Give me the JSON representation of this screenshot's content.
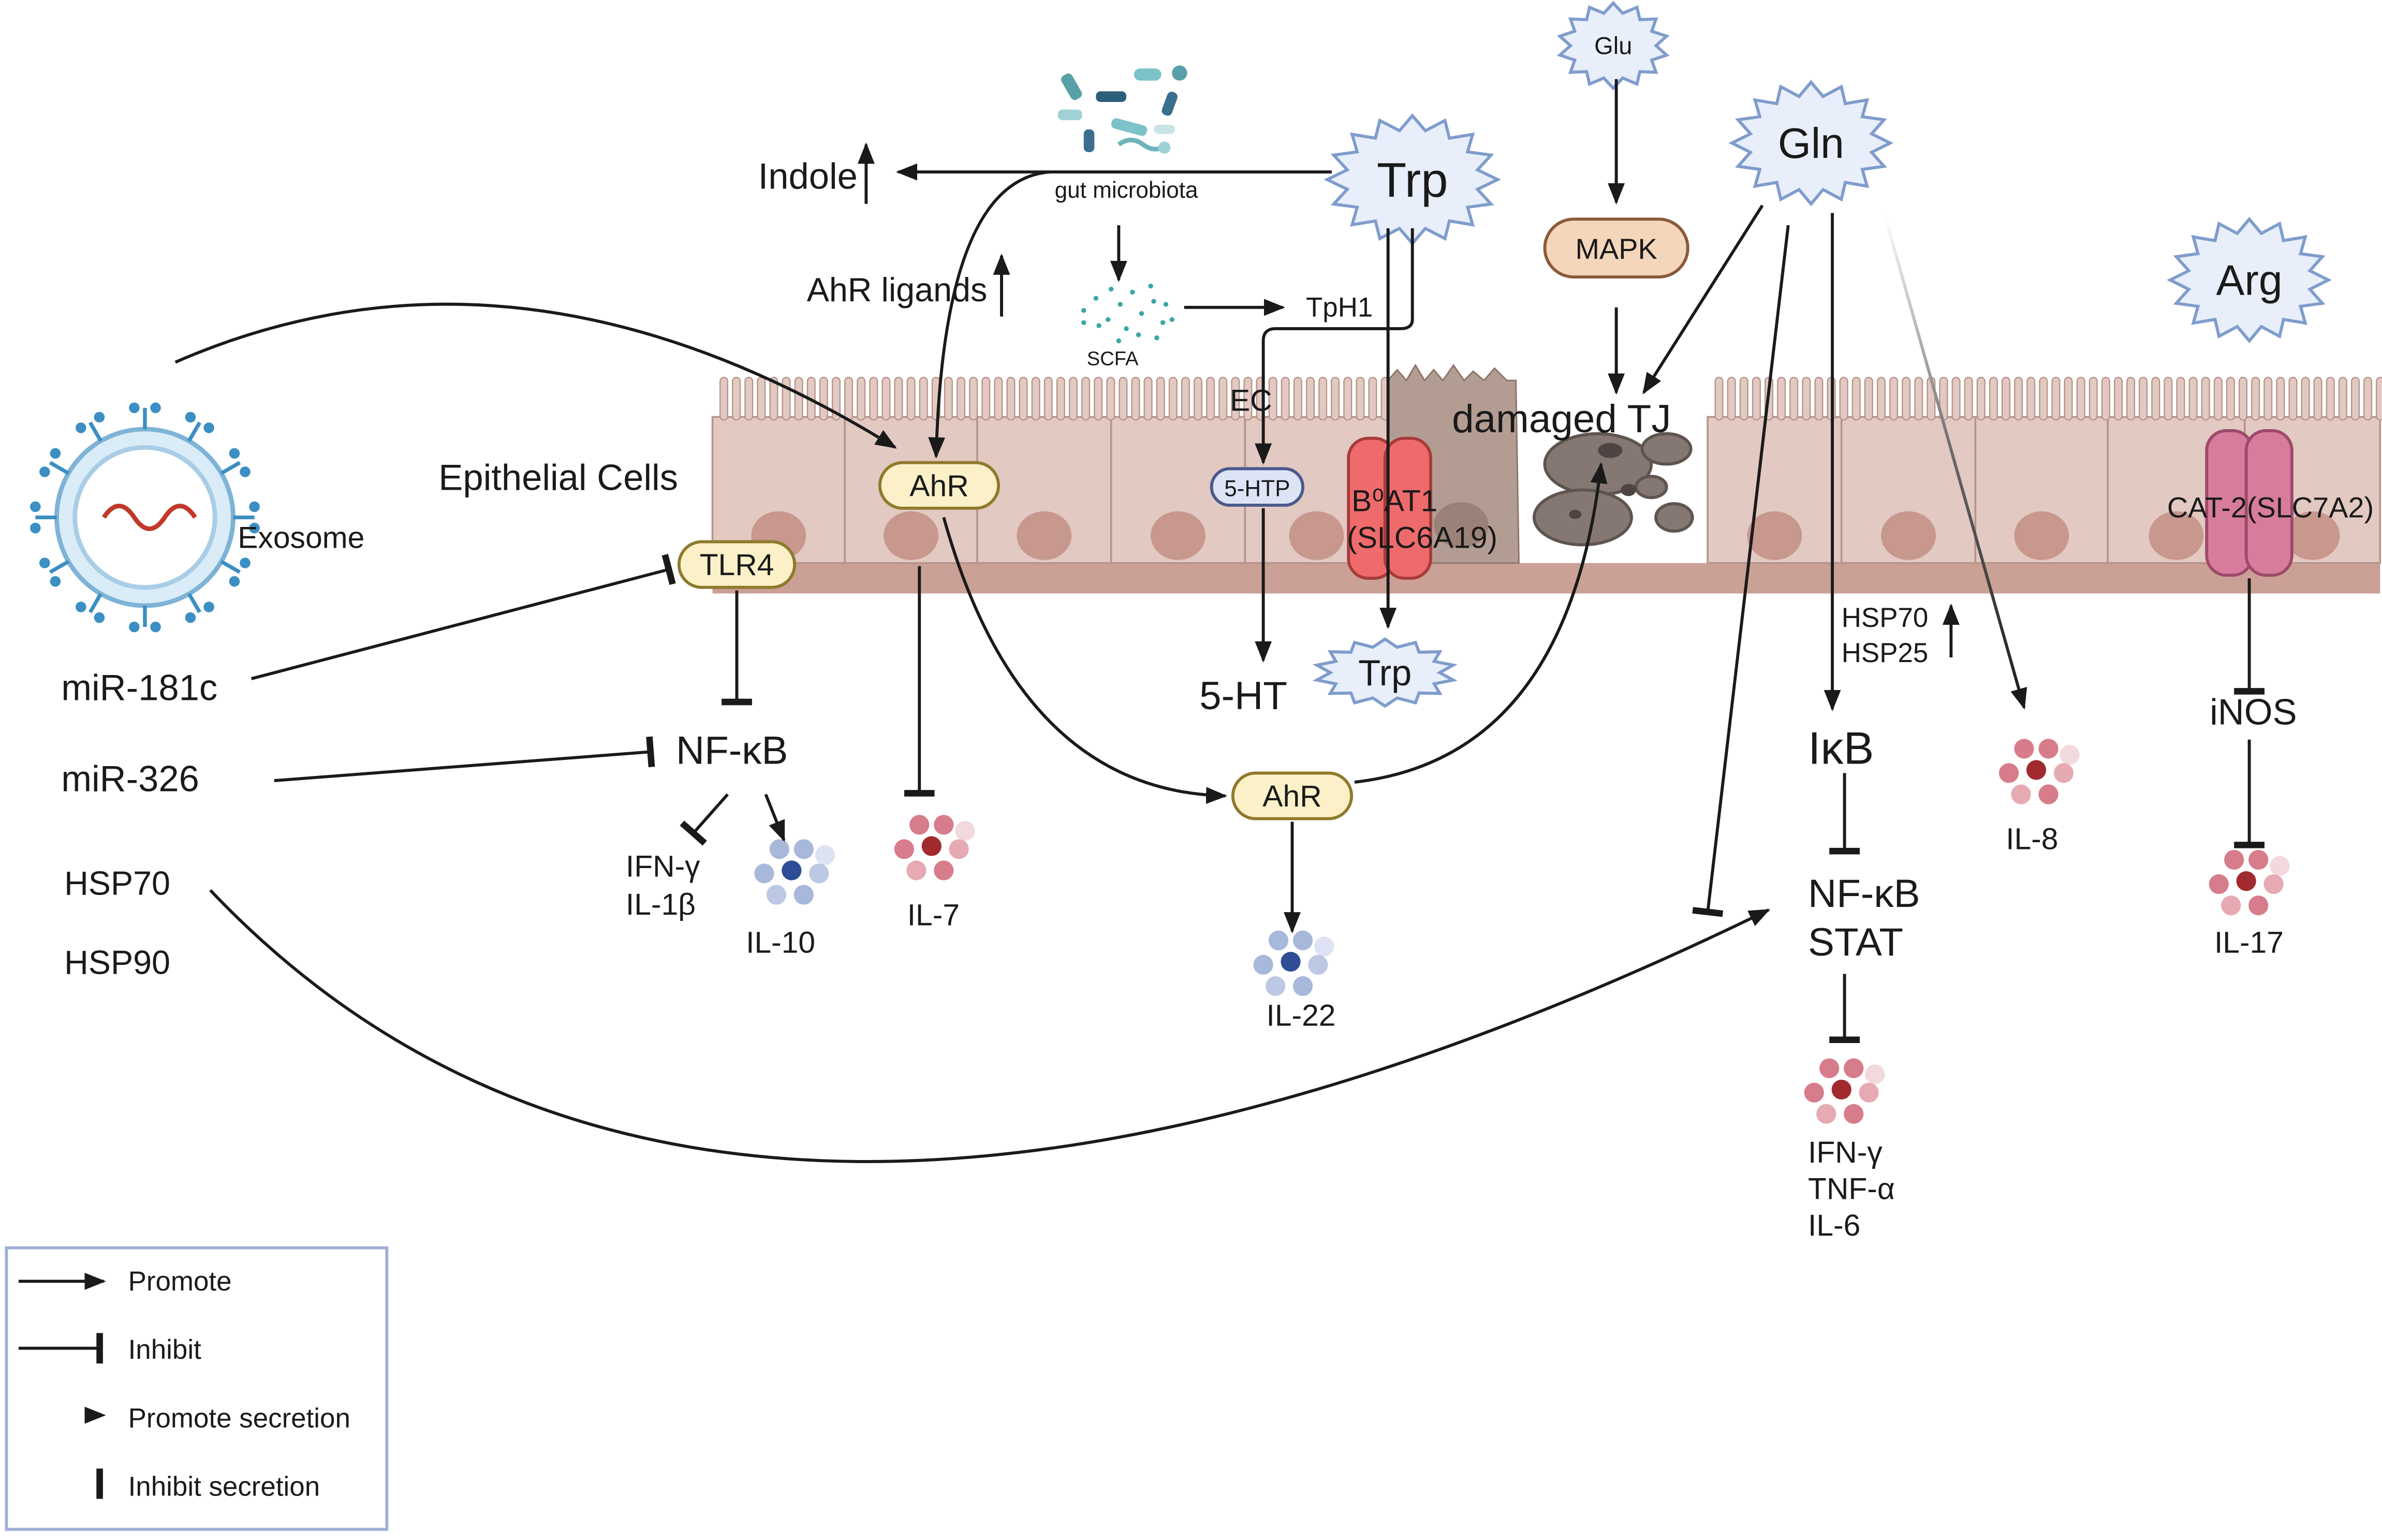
{
  "labels": {
    "indole": "Indole",
    "gut_microbiota": "gut microbiota",
    "ahr_ligands": "AhR ligands",
    "scfa": "SCFA",
    "tph1": "TpH1",
    "ec": "EC",
    "trp_top": "Trp",
    "trp_bottom": "Trp",
    "glu": "Glu",
    "gln": "Gln",
    "arg": "Arg",
    "mapk": "MAPK",
    "damaged_tj": "damaged TJ",
    "epithelial_cells": "Epithelial Cells",
    "exosome": "Exosome",
    "ahr_cell": "AhR",
    "ahr_lower": "AhR",
    "tlr4": "TLR4",
    "five_htp": "5-HTP",
    "five_ht": "5-HT",
    "b0at1_line1": "B⁰AT1",
    "b0at1_line2": "(SLC6A19)",
    "cat2": "CAT-2(SLC7A2)",
    "mir181c": "miR-181c",
    "mir326": "miR-326",
    "hsp70_left": "HSP70",
    "hsp90_left": "HSP90",
    "nfkb_left": "NF-κB",
    "ifng_left": "IFN-γ",
    "il1b_left": "IL-1β",
    "il10": "IL-10",
    "il7": "IL-7",
    "il22": "IL-22",
    "hsp70_right": "HSP70",
    "hsp25_right": "HSP25",
    "ikb": "IκB",
    "nfkb_right": "NF-κB",
    "stat": "STAT",
    "ifng_right": "IFN-γ",
    "tnfa_right": "TNF-α",
    "il6_right": "IL-6",
    "il8": "IL-8",
    "inos": "iNOS",
    "il17": "IL-17"
  },
  "legend": {
    "promote": "Promote",
    "inhibit": "Inhibit",
    "promote_secretion": "Promote secretion",
    "inhibit_secretion": "Inhibit secretion"
  },
  "colors": {
    "cell_fill": "#e2c9c1",
    "cell_stroke": "#b69489",
    "nucleus": "#c8978d",
    "basement": "#cba096",
    "receptor_fill": "#fbf0c8",
    "receptor_stroke": "#8f7a2c",
    "burst_fill": "#e8effa",
    "burst_stroke": "#7f9ccc",
    "transporter_red": "#ef6b6b",
    "transporter_pink": "#d77c9c",
    "mapk_fill": "#f4d6bb",
    "legend_border": "#9fb0d6"
  },
  "icons": [
    "exosome-icon",
    "microbiota-icon",
    "scfa-particles-icon",
    "cytokine-cluster-icon",
    "starburst-icon",
    "transporter-icon"
  ]
}
